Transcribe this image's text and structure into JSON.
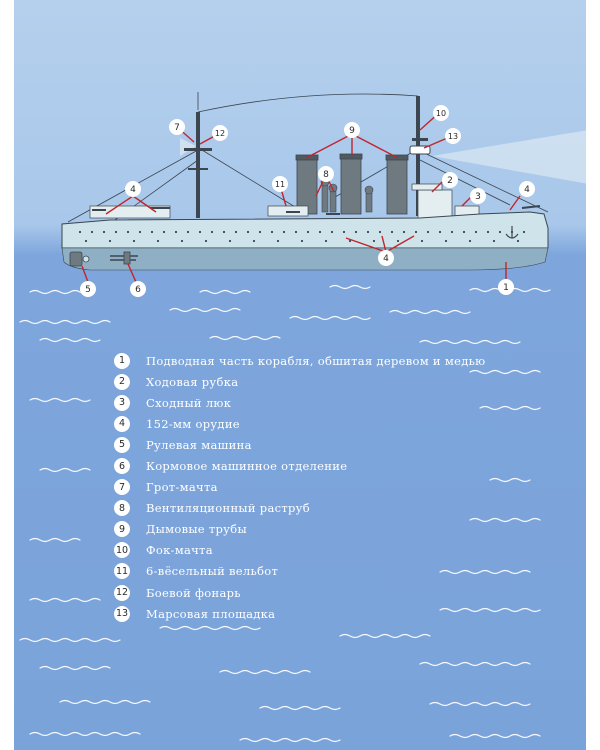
{
  "callouts": [
    "1",
    "2",
    "3",
    "4",
    "5",
    "6",
    "7",
    "8",
    "9",
    "10",
    "11",
    "12",
    "13"
  ],
  "legend": [
    {
      "number": "1",
      "text": "Подводная часть корабля, обшитая деревом и медью"
    },
    {
      "number": "2",
      "text": "Ходовая рубка"
    },
    {
      "number": "3",
      "text": "Сходный люк"
    },
    {
      "number": "4",
      "text": "152-мм орудие"
    },
    {
      "number": "5",
      "text": "Рулевая машина"
    },
    {
      "number": "6",
      "text": "Кормовое машинное отделение"
    },
    {
      "number": "7",
      "text": "Грот-мачта"
    },
    {
      "number": "8",
      "text": "Вентиляционный раструб"
    },
    {
      "number": "9",
      "text": "Дымовые трубы"
    },
    {
      "number": "10",
      "text": "Фок-мачта"
    },
    {
      "number": "11",
      "text": "6-вёсельный вельбот"
    },
    {
      "number": "12",
      "text": "Боевой фонарь"
    },
    {
      "number": "13",
      "text": "Марсовая площадка"
    }
  ],
  "colors": {
    "sky": "#a8c7ea",
    "sea": "#7aa3da",
    "hull": "#cfe4ea",
    "hull_dark": "#8fb0c4",
    "funnel": "#6f7a80",
    "callout_line": "#c0262c",
    "waves": "#ffffff"
  }
}
